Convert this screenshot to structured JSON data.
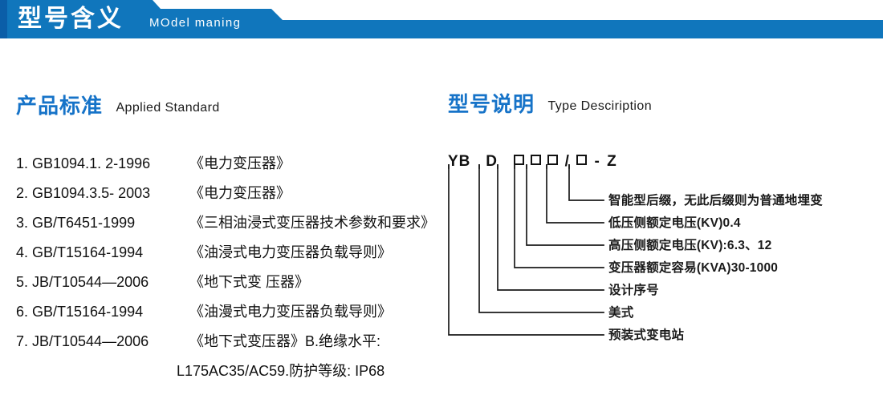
{
  "banner": {
    "title_cn": "型号含义",
    "title_en": "MOdel maning",
    "bar_color": "#1076bc",
    "edge_color": "#0b5ea8"
  },
  "sections": {
    "standards": {
      "heading_cn": "产品标准",
      "heading_en": "Applied Standard",
      "heading_color": "#1673c8",
      "items": [
        {
          "code": "1. GB1094.1. 2-1996",
          "name": "《电力变压器》"
        },
        {
          "code": "2. GB1094.3.5- 2003",
          "name": "《电力变压器》"
        },
        {
          "code": "3. GB/T6451-1999",
          "name": "《三相油浸式变压器技术参数和要求》"
        },
        {
          "code": "4. GB/T15164-1994",
          "name": "《油浸式电力变压器负载导则》"
        },
        {
          "code": "5. JB/T10544—2006",
          "name": "《地下式变 压器》"
        },
        {
          "code": "6. GB/T15164-1994",
          "name": "《油漫式电力变压器负载导则》"
        },
        {
          "code": "7. JB/T10544—2006",
          "name": "《地下式变压器》B.绝缘水平:"
        }
      ],
      "continuation": "L175AC35/AC59.防护等级: IP68"
    },
    "type_description": {
      "heading_cn": "型号说明",
      "heading_en": "Type Desciription",
      "heading_color": "#1673c8",
      "code_parts": [
        {
          "kind": "text",
          "text": "YB"
        },
        {
          "kind": "space",
          "text": " "
        },
        {
          "kind": "text",
          "text": "D"
        },
        {
          "kind": "space",
          "text": " "
        },
        {
          "kind": "box",
          "text": ""
        },
        {
          "kind": "box",
          "text": ""
        },
        {
          "kind": "box",
          "text": ""
        },
        {
          "kind": "slash",
          "text": "/"
        },
        {
          "kind": "box",
          "text": ""
        },
        {
          "kind": "dash",
          "text": "-"
        },
        {
          "kind": "text",
          "text": "Z"
        }
      ],
      "code_string": "YB D □□□/□ - Z",
      "callouts": [
        {
          "index": 1,
          "label": "智能型后缀，无此后缀则为普通地埋变"
        },
        {
          "index": 2,
          "label": "低压侧额定电压(KV)0.4"
        },
        {
          "index": 3,
          "label": "高压侧额定电压(KV):6.3、12"
        },
        {
          "index": 4,
          "label": "变压器额定容易(KVA)30-1000"
        },
        {
          "index": 5,
          "label": "设计序号"
        },
        {
          "index": 6,
          "label": "美式"
        },
        {
          "index": 7,
          "label": "预装式变电站"
        }
      ]
    }
  }
}
